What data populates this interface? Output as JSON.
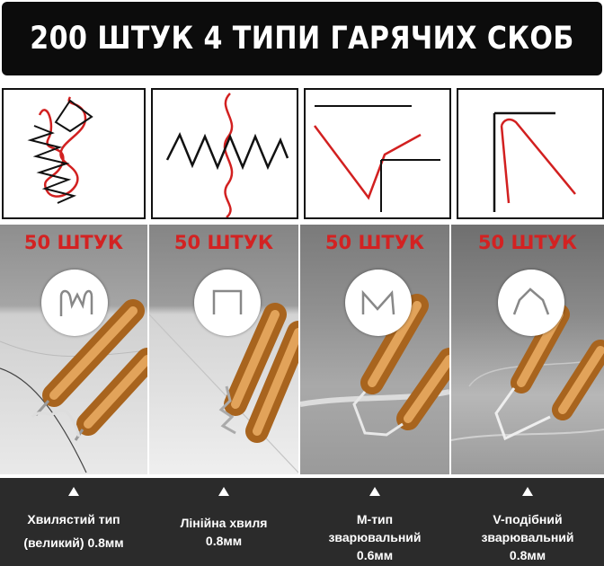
{
  "banner": {
    "title": "200 ШТУК 4 ТИПИ ГАРЯЧИХ СКОБ"
  },
  "products": [
    {
      "count": "50 ШТУК",
      "caption_lines": [
        "Хвилястий тип",
        "(великий) 0.8мм"
      ],
      "diagram_icon": "wavy-large-staple-icon"
    },
    {
      "count": "50 ШТУК",
      "caption_lines": [
        "Лінійна хвиля",
        "0.8мм"
      ],
      "diagram_icon": "linear-wave-staple-icon"
    },
    {
      "count": "50 ШТУК",
      "caption_lines": [
        "М-тип",
        "зварювальний",
        "0.6мм"
      ],
      "diagram_icon": "m-type-staple-icon"
    },
    {
      "count": "50 ШТУК",
      "caption_lines": [
        "V-подібний",
        "зварювальний",
        "0.8мм"
      ],
      "diagram_icon": "v-shaped-staple-icon"
    }
  ],
  "colors": {
    "banner_bg": "#0c0c0c",
    "count_red": "#d32222",
    "caption_bg": "#2b2b2b",
    "crack_red": "#d22020"
  }
}
